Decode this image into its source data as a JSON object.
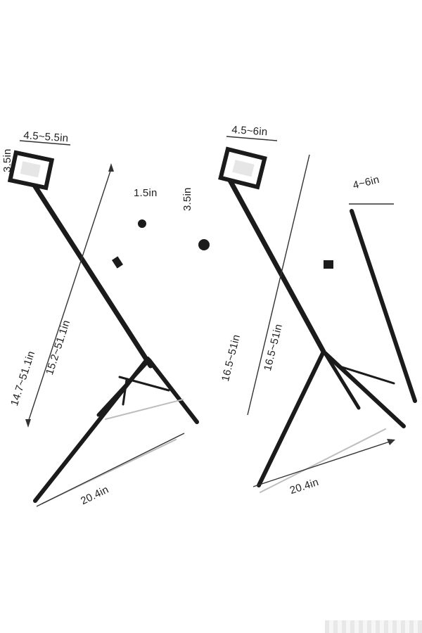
{
  "product": {
    "left_stand": {
      "dims": {
        "top_width": "4.5~5.5in",
        "top_height": "3.5in",
        "total_height": "14.7~51.1in",
        "pole_span": "15.2~51.1in",
        "clamp": "1.5in",
        "base": "20.4in"
      }
    },
    "right_stand": {
      "dims": {
        "top_width": "4.5~6in",
        "top_height": "3.5in",
        "side_width": "4~6in",
        "total_height": "16.5~51in",
        "pole_span": "16.5~51in",
        "base": "20.4in"
      }
    }
  },
  "colors": {
    "metal": "#1b1b1b",
    "outline": "#bdbdbd",
    "dimension_line": "#333333",
    "background": "#ffffff"
  }
}
